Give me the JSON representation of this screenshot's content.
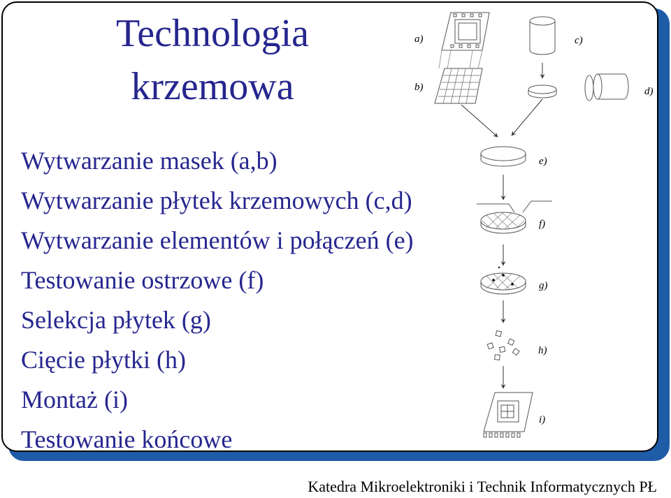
{
  "title": {
    "line1": "Technologia",
    "line2": "krzemowa"
  },
  "steps": [
    "Wytwarzanie masek (a,b)",
    "Wytwarzanie płytek krzemowych (c,d)",
    "Wytwarzanie elementów i połączeń (e)",
    "Testowanie ostrzowe (f)",
    "Selekcja płytek (g)",
    "Cięcie płytki (h)",
    "Montaż (i)",
    "Testowanie końcowe"
  ],
  "diagram_labels": {
    "a": "a)",
    "b": "b)",
    "c": "c)",
    "d": "d)",
    "e": "e)",
    "f": "f)",
    "g": "g)",
    "h": "h)",
    "i": "i)"
  },
  "footer": "Katedra Mikroelektroniki i Technik Informatycznych PŁ",
  "colors": {
    "title": "#26268f",
    "shadow": "#1f5ca8"
  }
}
